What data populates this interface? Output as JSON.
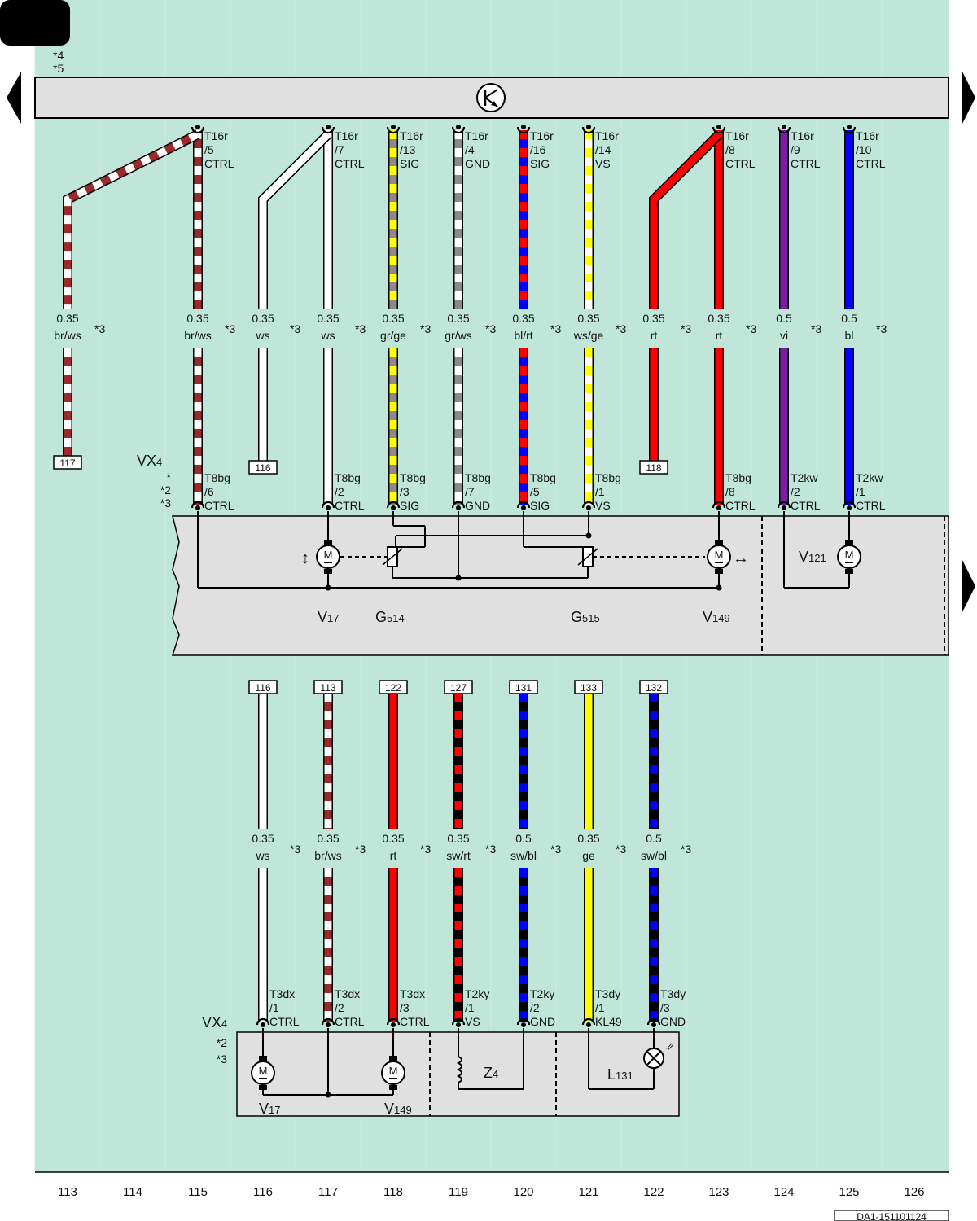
{
  "header": {
    "notes": [
      "*4",
      "*5"
    ]
  },
  "top_bus": {
    "symbol_icon": "ground-transistor-icon"
  },
  "nav": {
    "left_icon": "triangle-left-icon",
    "right_icon": "triangle-right-icon"
  },
  "colors": {
    "background": "#bfe6d8",
    "panel": "#e0e0e0",
    "ws": "#ffffff",
    "br": "#9b2a2a",
    "gr": "#8a8a8a",
    "ge": "#ffff00",
    "bl": "#0000ff",
    "rt": "#ff0000",
    "vi": "#7a1fa2",
    "sw": "#000000"
  },
  "upper_wires": [
    {
      "top": [
        "T16r",
        "/5",
        "CTRL"
      ],
      "size": "0.35",
      "color_code": "br/ws",
      "note": "*3",
      "bottom": [
        "T8bg",
        "/6",
        "CTRL"
      ],
      "colors": [
        "br",
        "ws"
      ]
    },
    {
      "top": [
        "T16r",
        "/7",
        "CTRL"
      ],
      "size": "0.35",
      "color_code": "ws",
      "note": "*3",
      "bottom": [
        "T8bg",
        "/2",
        "CTRL"
      ],
      "colors": [
        "ws"
      ]
    },
    {
      "top": [
        "T16r",
        "/13",
        "SIG"
      ],
      "size": "0.35",
      "color_code": "gr/ge",
      "note": "*3",
      "bottom": [
        "T8bg",
        "/3",
        "SIG"
      ],
      "colors": [
        "gr",
        "ge"
      ]
    },
    {
      "top": [
        "T16r",
        "/4",
        "GND"
      ],
      "size": "0.35",
      "color_code": "gr/ws",
      "note": "*3",
      "bottom": [
        "T8bg",
        "/7",
        "GND"
      ],
      "colors": [
        "gr",
        "ws"
      ]
    },
    {
      "top": [
        "T16r",
        "/16",
        "SIG"
      ],
      "size": "0.35",
      "color_code": "bl/rt",
      "note": "*3",
      "bottom": [
        "T8bg",
        "/5",
        "SIG"
      ],
      "colors": [
        "bl",
        "rt"
      ]
    },
    {
      "top": [
        "T16r",
        "/14",
        "VS"
      ],
      "size": "0.35",
      "color_code": "ws/ge",
      "note": "*3",
      "bottom": [
        "T8bg",
        "/1",
        "VS"
      ],
      "colors": [
        "ws",
        "ge"
      ]
    },
    {
      "top": [
        "T16r",
        "/8",
        "CTRL"
      ],
      "size": "0.35",
      "color_code": "rt",
      "note": "*3",
      "bottom": [
        "T8bg",
        "/8",
        "CTRL"
      ],
      "colors": [
        "rt"
      ]
    },
    {
      "top": [
        "T16r",
        "/9",
        "CTRL"
      ],
      "size": "0.5",
      "color_code": "vi",
      "note": "*3",
      "bottom": [
        "T2kw",
        "/2",
        "CTRL"
      ],
      "colors": [
        "vi"
      ]
    },
    {
      "top": [
        "T16r",
        "/10",
        "CTRL"
      ],
      "size": "0.5",
      "color_code": "bl",
      "note": "*3",
      "bottom": [
        "T2kw",
        "/1",
        "CTRL"
      ],
      "colors": [
        "bl"
      ]
    }
  ],
  "branch_wires": [
    {
      "size": "0.35",
      "color_code": "br/ws",
      "note": "*3",
      "ref": "117",
      "colors": [
        "br",
        "ws"
      ]
    },
    {
      "size": "0.35",
      "color_code": "ws",
      "note": "*3",
      "ref": "116",
      "colors": [
        "ws"
      ]
    },
    {
      "size": "0.35",
      "color_code": "rt",
      "note": "*3",
      "ref": "118",
      "colors": [
        "rt"
      ]
    }
  ],
  "upper_panel": {
    "label": "VX",
    "label_sub": "4",
    "notes": [
      "*",
      "*2",
      "*3"
    ],
    "components": [
      {
        "name": "V",
        "sub": "17"
      },
      {
        "name": "G",
        "sub": "514"
      },
      {
        "name": "G",
        "sub": "515"
      },
      {
        "name": "V",
        "sub": "149"
      },
      {
        "name": "V",
        "sub": "121"
      }
    ],
    "motor_letter": "M"
  },
  "lower_wires": [
    {
      "ref": "116",
      "size": "0.35",
      "color_code": "ws",
      "note": "*3",
      "bottom": [
        "T3dx",
        "/1",
        "CTRL"
      ],
      "colors": [
        "ws"
      ]
    },
    {
      "ref": "113",
      "size": "0.35",
      "color_code": "br/ws",
      "note": "*3",
      "bottom": [
        "T3dx",
        "/2",
        "CTRL"
      ],
      "colors": [
        "br",
        "ws"
      ]
    },
    {
      "ref": "122",
      "size": "0.35",
      "color_code": "rt",
      "note": "*3",
      "bottom": [
        "T3dx",
        "/3",
        "CTRL"
      ],
      "colors": [
        "rt"
      ]
    },
    {
      "ref": "127",
      "size": "0.35",
      "color_code": "sw/rt",
      "note": "*3",
      "bottom": [
        "T2ky",
        "/1",
        "VS"
      ],
      "colors": [
        "sw",
        "rt"
      ]
    },
    {
      "ref": "131",
      "size": "0.5",
      "color_code": "sw/bl",
      "note": "*3",
      "bottom": [
        "T2ky",
        "/2",
        "GND"
      ],
      "colors": [
        "sw",
        "bl"
      ]
    },
    {
      "ref": "133",
      "size": "0.35",
      "color_code": "ge",
      "note": "*3",
      "bottom": [
        "T3dy",
        "/1",
        "KL49"
      ],
      "colors": [
        "ge"
      ]
    },
    {
      "ref": "132",
      "size": "0.5",
      "color_code": "sw/bl",
      "note": "*3",
      "bottom": [
        "T3dy",
        "/3",
        "GND"
      ],
      "colors": [
        "sw",
        "bl"
      ]
    }
  ],
  "lower_panel": {
    "label": "VX",
    "label_sub": "4",
    "notes": [
      "*2",
      "*3"
    ],
    "components": [
      {
        "name": "V",
        "sub": "17"
      },
      {
        "name": "V",
        "sub": "149"
      },
      {
        "name": "Z",
        "sub": "4"
      },
      {
        "name": "L",
        "sub": "131"
      }
    ]
  },
  "footer": {
    "columns": [
      "113",
      "114",
      "115",
      "116",
      "117",
      "118",
      "119",
      "120",
      "121",
      "122",
      "123",
      "124",
      "125",
      "126"
    ],
    "doc_id": "DA1-151101124"
  }
}
